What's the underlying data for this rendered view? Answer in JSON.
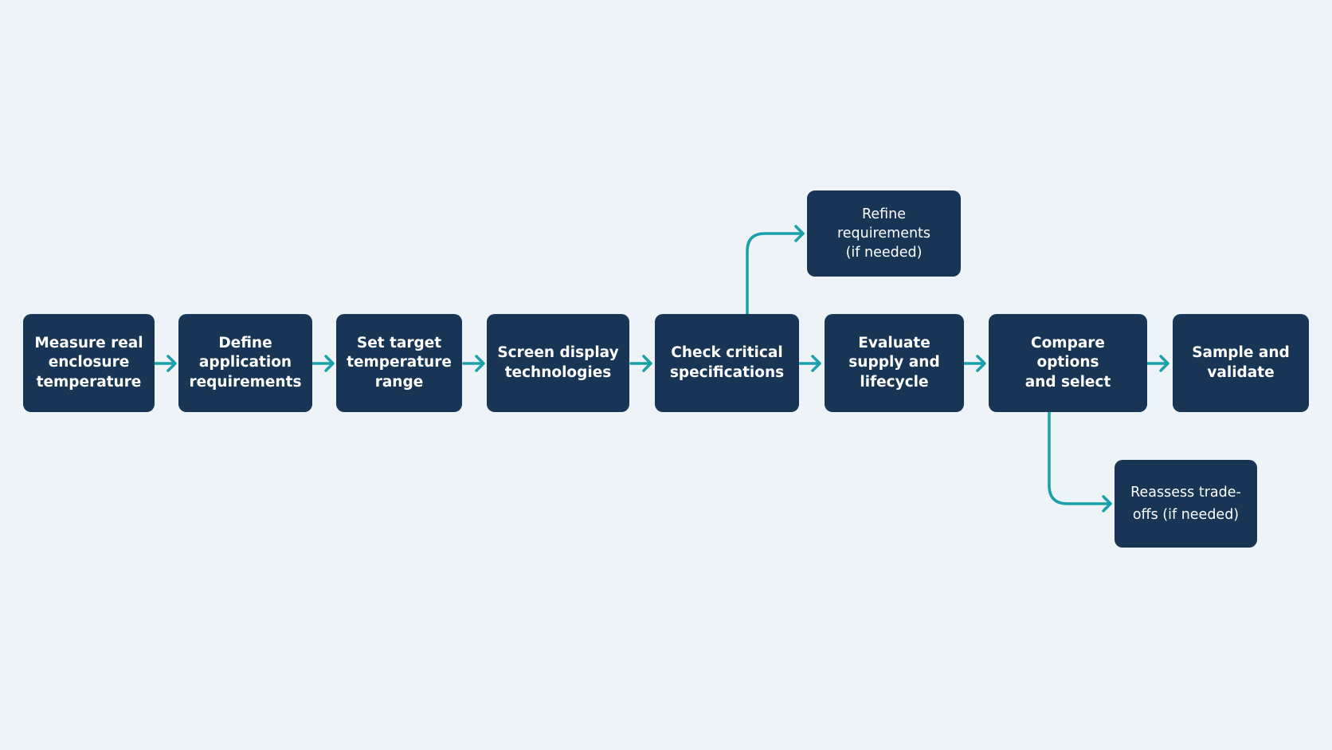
{
  "diagram": {
    "steps": [
      {
        "id": "measure",
        "label": "Measure real\nenclosure\ntemperature"
      },
      {
        "id": "define",
        "label": "Define\napplication\nrequirements"
      },
      {
        "id": "target",
        "label": "Set target\ntemperature\nrange"
      },
      {
        "id": "screen",
        "label": "Screen display\ntechnologies"
      },
      {
        "id": "check",
        "label": "Check critical\nspecifications"
      },
      {
        "id": "evaluate",
        "label": "Evaluate\nsupply and\nlifecycle"
      },
      {
        "id": "compare",
        "label": "Compare options\nand select"
      },
      {
        "id": "sample",
        "label": "Sample and\nvalidate"
      }
    ],
    "branches": [
      {
        "id": "refine",
        "label": "Refine\nrequirements\n(if needed)",
        "from": "check"
      },
      {
        "id": "reassess",
        "label": "Reassess trade-\noffs (if needed)",
        "from": "compare"
      }
    ]
  },
  "colors": {
    "background": "#eef3f7",
    "node_fill": "#183556",
    "node_text": "#ffffff",
    "connector": "#1aa0aa"
  }
}
